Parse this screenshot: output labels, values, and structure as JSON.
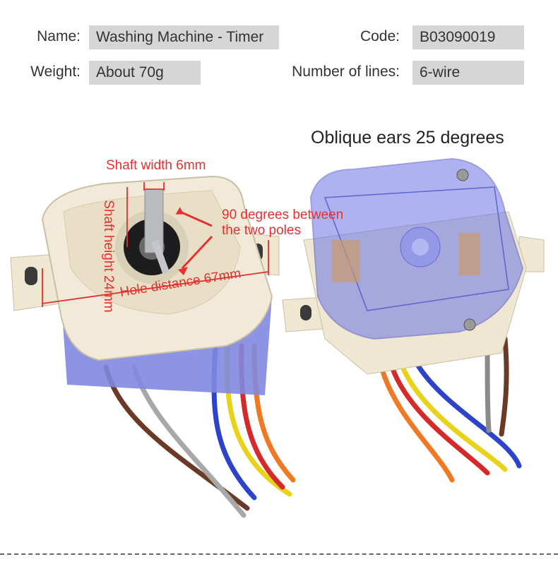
{
  "specs": {
    "name_label": "Name:",
    "name_value": "Washing Machine - Timer",
    "code_label": "Code:",
    "code_value": "B03090019",
    "weight_label": "Weight:",
    "weight_value": "About 70g",
    "lines_label": "Number of lines:",
    "lines_value": "6-wire"
  },
  "right_image": {
    "caption": "Oblique ears 25 degrees"
  },
  "left_image": {
    "shaft_width": "Shaft width 6mm",
    "shaft_height": "Shaft height 24mm",
    "angle_line1": "90 degrees between",
    "angle_line2": "the two poles",
    "hole_distance": "Hole distance 67mm"
  },
  "colors": {
    "annotation": "#e53030",
    "spec_box": "#d6d6d6",
    "housing": "#f1ead8",
    "blue_cover": "#5a62d8"
  }
}
